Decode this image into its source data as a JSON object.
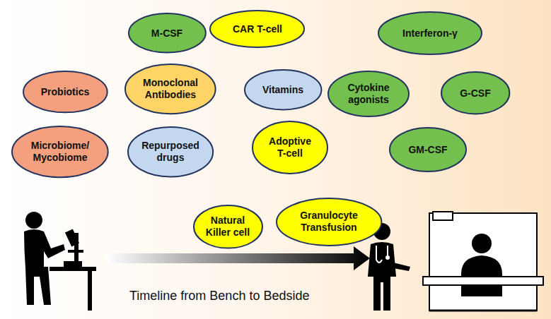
{
  "diagram": {
    "nodes": [
      {
        "text": [
          "M-CSF"
        ]
      },
      {
        "text": [
          "CAR T-cell"
        ]
      },
      {
        "text": [
          "Interferon-γ"
        ]
      },
      {
        "text": [
          "Probiotics"
        ]
      },
      {
        "text": [
          "Monoclonal Antibodies"
        ]
      },
      {
        "text": [
          "Vitamins"
        ]
      },
      {
        "text": [
          "Cytokine agonists"
        ]
      },
      {
        "text": [
          "G-CSF"
        ]
      },
      {
        "text": [
          "Microbiome/ Mycobiome"
        ]
      },
      {
        "text": [
          "Repurposed drugs"
        ]
      },
      {
        "text": [
          "Adoptive T-cell"
        ]
      },
      {
        "text": [
          "GM-CSF"
        ]
      },
      {
        "text": [
          "Natural Killer cell"
        ]
      },
      {
        "text": [
          "Granulocyte Transfusion"
        ]
      }
    ],
    "edges": [],
    "labels": [
      "Timeline from Bench to Bedside"
    ]
  }
}
